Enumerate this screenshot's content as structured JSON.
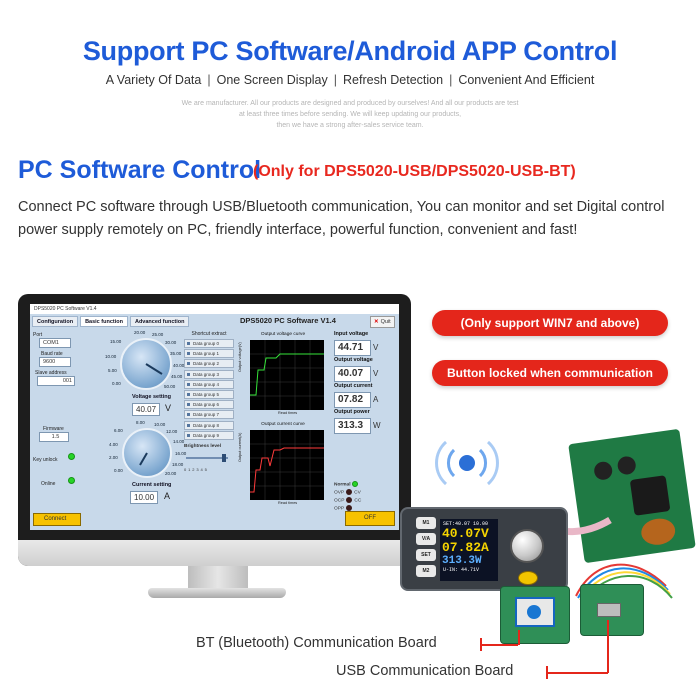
{
  "hero": {
    "title": "Support PC Software/Android APP Control",
    "features": [
      "A Variety Of Data",
      "One Screen Display",
      "Refresh Detection",
      "Convenient And Efficient"
    ],
    "fine_print": [
      "We are manufacturer. All our products are designed and produced by ourselves! And all our products are test",
      "at least three times before sending. We will keep updating our products,",
      "then we have a strong after-sales service team."
    ]
  },
  "section": {
    "title": "PC Software Control",
    "note": "(Only for DPS5020-USB/DPS5020-USB-BT)",
    "description": "Connect PC software through USB/Bluetooth communication, You can monitor and set Digital control power supply remotely on PC, friendly interface, powerful function, convenient and fast!"
  },
  "app": {
    "window_title": "DPS5020 PC Software V1.4",
    "tabs": [
      "Configuration",
      "Basic function",
      "Advanced function"
    ],
    "app_title": "DPS5020 PC Software V1.4",
    "quit_label": "Quit",
    "port_label": "Port",
    "port_value": "COM1",
    "baud_label": "Baud rate",
    "baud_value": "9600",
    "slave_label": "Slave address",
    "slave_value": "001",
    "firmware_label": "Firmware",
    "firmware_value": "1.5",
    "key_unlock_label": "Key unlock",
    "online_label": "Online",
    "connect_label": "Connect",
    "voltage_dial_ticks": [
      "20.00",
      "25.00",
      "30.00",
      "15.00",
      "35.00",
      "10.00",
      "40.00",
      "5.00",
      "45.00",
      "0.00",
      "50.00"
    ],
    "current_dial_ticks": [
      "8.00",
      "10.00",
      "12.00",
      "6.00",
      "14.00",
      "4.00",
      "16.00",
      "2.00",
      "18.00",
      "0.00",
      "20.00"
    ],
    "voltage_setting_label": "Voltage setting",
    "voltage_setting_value": "40.07",
    "voltage_unit": "V",
    "current_setting_label": "Current setting",
    "current_setting_value": "10.00",
    "current_unit": "A",
    "shortcut_label": "Shortcut extract",
    "data_groups": [
      "Data group 0",
      "Data group 1",
      "Data group 2",
      "Data group 3",
      "Data group 4",
      "Data group 5",
      "Data group 6",
      "Data group 7",
      "Data group 8",
      "Data group 9"
    ],
    "brightness_label": "Brightness level",
    "brightness_scale": "0 1 2 3 4 5",
    "voltage_curve_title": "Output voltage curve",
    "current_curve_title": "Output current curve",
    "voltage_axis_label": "Output voltage(V)",
    "current_axis_label": "Output current(A)",
    "time_axis_label": "Read times",
    "input_voltage_label": "Input voltage",
    "input_voltage_value": "44.71",
    "output_voltage_label": "Output voltage",
    "output_voltage_value": "40.07",
    "output_current_label": "Output current",
    "output_current_value": "07.82",
    "output_power_label": "Output power",
    "output_power_value": "313.3",
    "unit_v": "V",
    "unit_a": "A",
    "unit_w": "W",
    "normal_label": "Normal",
    "ovp_label": "OVP",
    "ocp_label": "OCP",
    "opp_label": "OPP",
    "cv_label": "CV",
    "cc_label": "CC",
    "off_label": "OFF"
  },
  "badges": {
    "win7": "(Only support WIN7 and above)",
    "lock": "Button locked when communication"
  },
  "device": {
    "lcd_set": "SET:40.07 10.00",
    "lcd_voltage": "40.07V",
    "lcd_current": "07.82A",
    "lcd_power": "313.3W",
    "lcd_input": "U-IN: 44.71V",
    "buttons": [
      "M1",
      "V/A",
      "SET",
      "M2"
    ]
  },
  "callouts": {
    "bt": "BT (Bluetooth) Communication Board",
    "usb": "USB Communication Board"
  }
}
